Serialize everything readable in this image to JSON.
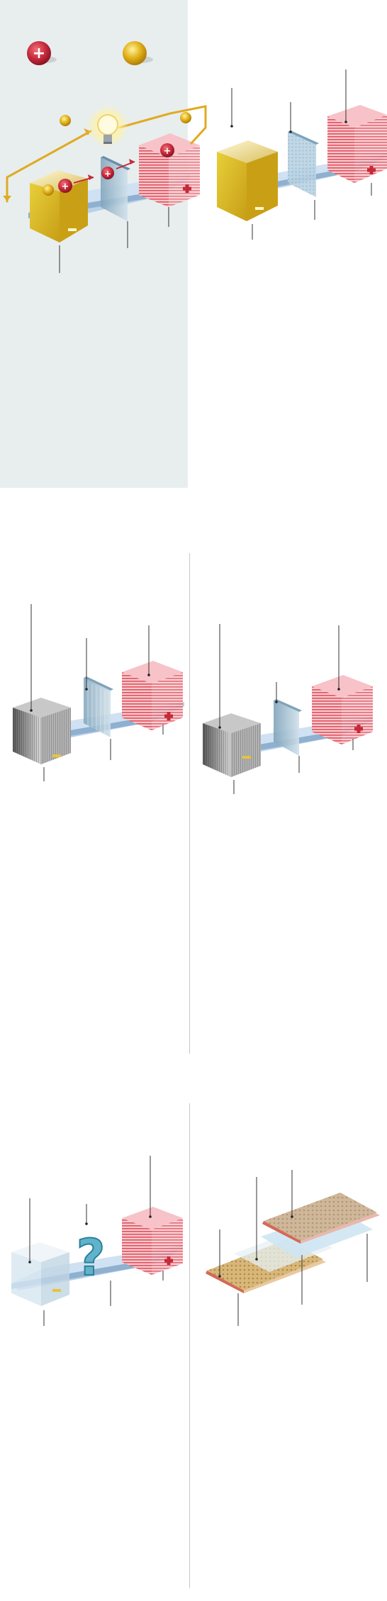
{
  "page": {
    "title": "",
    "accent_colors": {
      "positive_ion": "#c62a3a",
      "electron": "#e2b21a",
      "anode_yellow": "#dcbf2a",
      "cathode_pink": "#f2a0a8",
      "separator_blue": "#a9c7d9",
      "electrolyte_blue": "#cfe1f2",
      "graphite_gray": "#8e8e8e",
      "circuit_gold": "#e0aa22",
      "foil_tan": "#cfb79a"
    }
  },
  "legend": {
    "items": [
      {
        "icon": "positive-ion-icon",
        "symbol": "+"
      },
      {
        "icon": "electron-icon",
        "symbol": ""
      }
    ]
  },
  "diagrams": [
    {
      "id": "discharge-circuit",
      "anode": "metal",
      "has_bulb": true,
      "symbols": {
        "anode": "−",
        "cathode": "+"
      }
    },
    {
      "id": "metal-anode-cell",
      "anode": "metal",
      "symbols": {
        "anode": "−",
        "cathode": "+"
      }
    },
    {
      "id": "graphite-anode-cell-a",
      "anode": "graphite",
      "symbols": {
        "anode": "−",
        "cathode": "+"
      }
    },
    {
      "id": "graphite-anode-cell-b",
      "anode": "graphite",
      "symbols": {
        "anode": "−",
        "cathode": "+"
      }
    },
    {
      "id": "unknown-separator-cell",
      "anode": "transparent",
      "symbols": {
        "anode": "−",
        "cathode": "+",
        "separator": "?"
      }
    },
    {
      "id": "pouch-cell-layers",
      "anode": "foil-stack"
    }
  ]
}
